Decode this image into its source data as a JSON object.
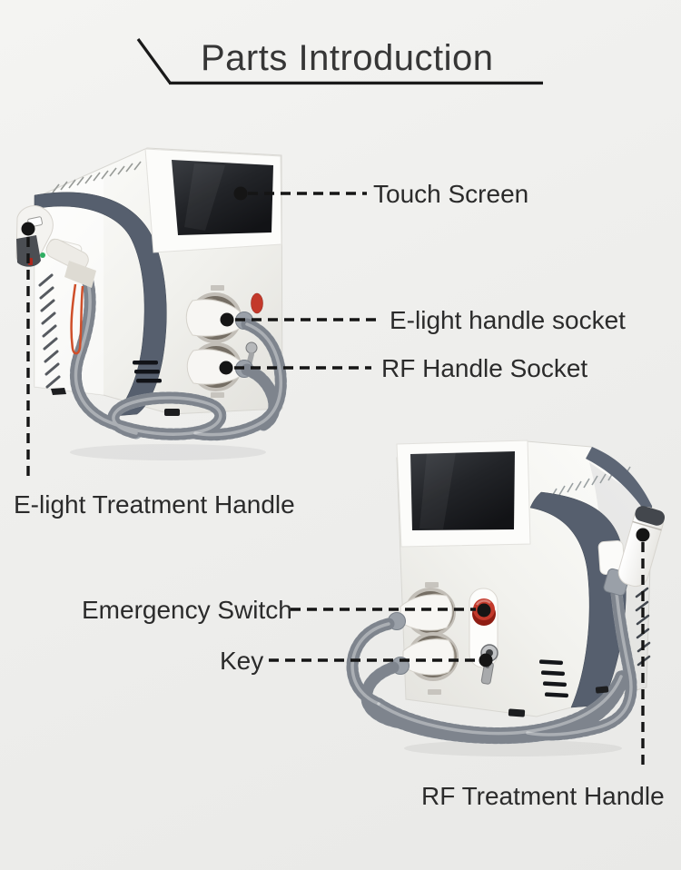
{
  "title": "Parts Introduction",
  "callouts": {
    "touch_screen": "Touch Screen",
    "e_light_handle_socket": "E-light handle socket",
    "rf_handle_socket": "RF Handle Socket",
    "e_light_treatment_handle": "E-light Treatment Handle",
    "emergency_switch": "Emergency Switch",
    "key": "Key",
    "rf_treatment_handle": "RF Treatment Handle"
  },
  "colors": {
    "background": "#efefed",
    "title_text": "#363636",
    "label_text": "#2b2b2b",
    "callout_line": "#151515",
    "panel_slate": "#565f6e",
    "hose_gray": "#99a0a8",
    "emergency_red": "#c3392b",
    "led_green": "#2fae62",
    "cord_orange": "#cf4f2a",
    "screen_black": "#1b1d20"
  }
}
